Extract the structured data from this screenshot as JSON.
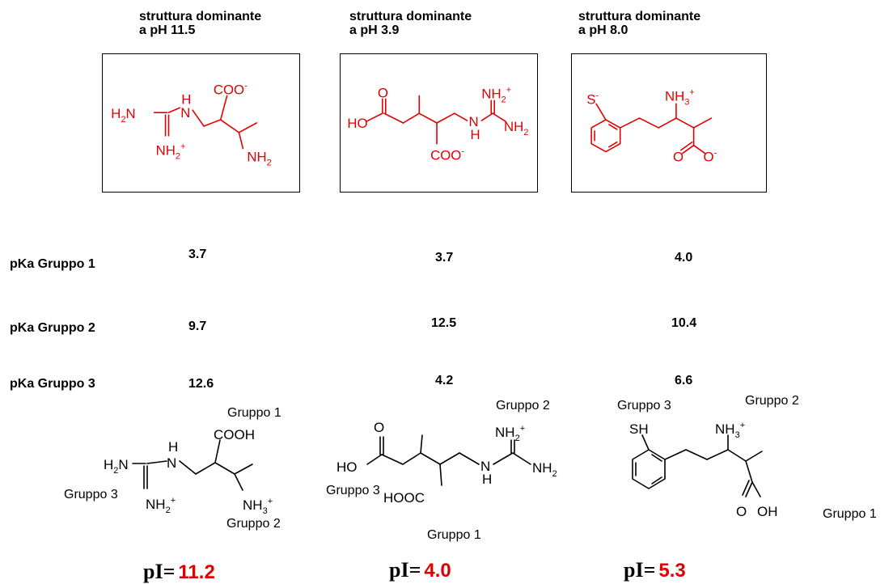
{
  "headers": [
    "struttura dominante\na pH 11.5",
    "struttura dominante\na pH 3.9",
    "struttura dominante\na pH 8.0"
  ],
  "pka_rows": [
    {
      "label": "pKa Gruppo 1",
      "values": [
        "3.7",
        "3.7",
        "4.0"
      ]
    },
    {
      "label": "pKa Gruppo 2",
      "values": [
        "9.7",
        "12.5",
        "10.4"
      ]
    },
    {
      "label": "pKa Gruppo 3",
      "values": [
        "12.6",
        "4.2",
        "6.6"
      ]
    }
  ],
  "pi": {
    "prefix": "pI=",
    "values": [
      "11.2",
      "4.0",
      "5.3"
    ]
  },
  "mol_text": {
    "coo_minus": "COO",
    "h2n": "H",
    "nh2": "NH",
    "h": "H",
    "ho": "HO",
    "o": "O",
    "s": "S",
    "nh3": "NH",
    "cooh": "COOH",
    "hooc": "HOOC",
    "sh": "SH",
    "oh": "OH",
    "n": "N"
  },
  "group_labels": {
    "g1": "Gruppo 1",
    "g2": "Gruppo 2",
    "g3": "Gruppo 3"
  },
  "colors": {
    "charged_structure": "#e00000",
    "neutral_structure": "#000000"
  }
}
